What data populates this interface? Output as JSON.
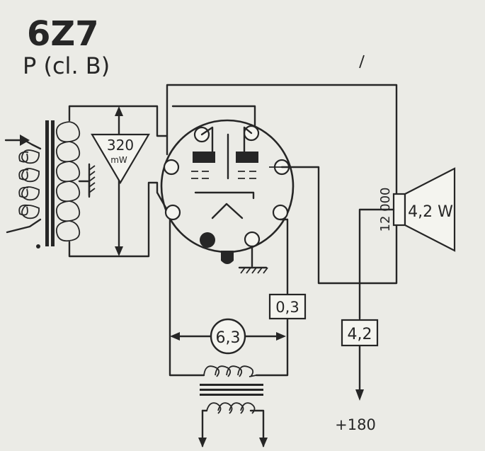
{
  "tube": {
    "name": "6Z7",
    "mode": "P (cl. B)"
  },
  "input_power": {
    "value": "320",
    "unit": "mW"
  },
  "heater": {
    "voltage": "6,3",
    "current": "0,3"
  },
  "load": {
    "impedance": "12 000",
    "output": "4,2 W"
  },
  "anode_supply": {
    "current": "4,2",
    "voltage": "+180"
  }
}
